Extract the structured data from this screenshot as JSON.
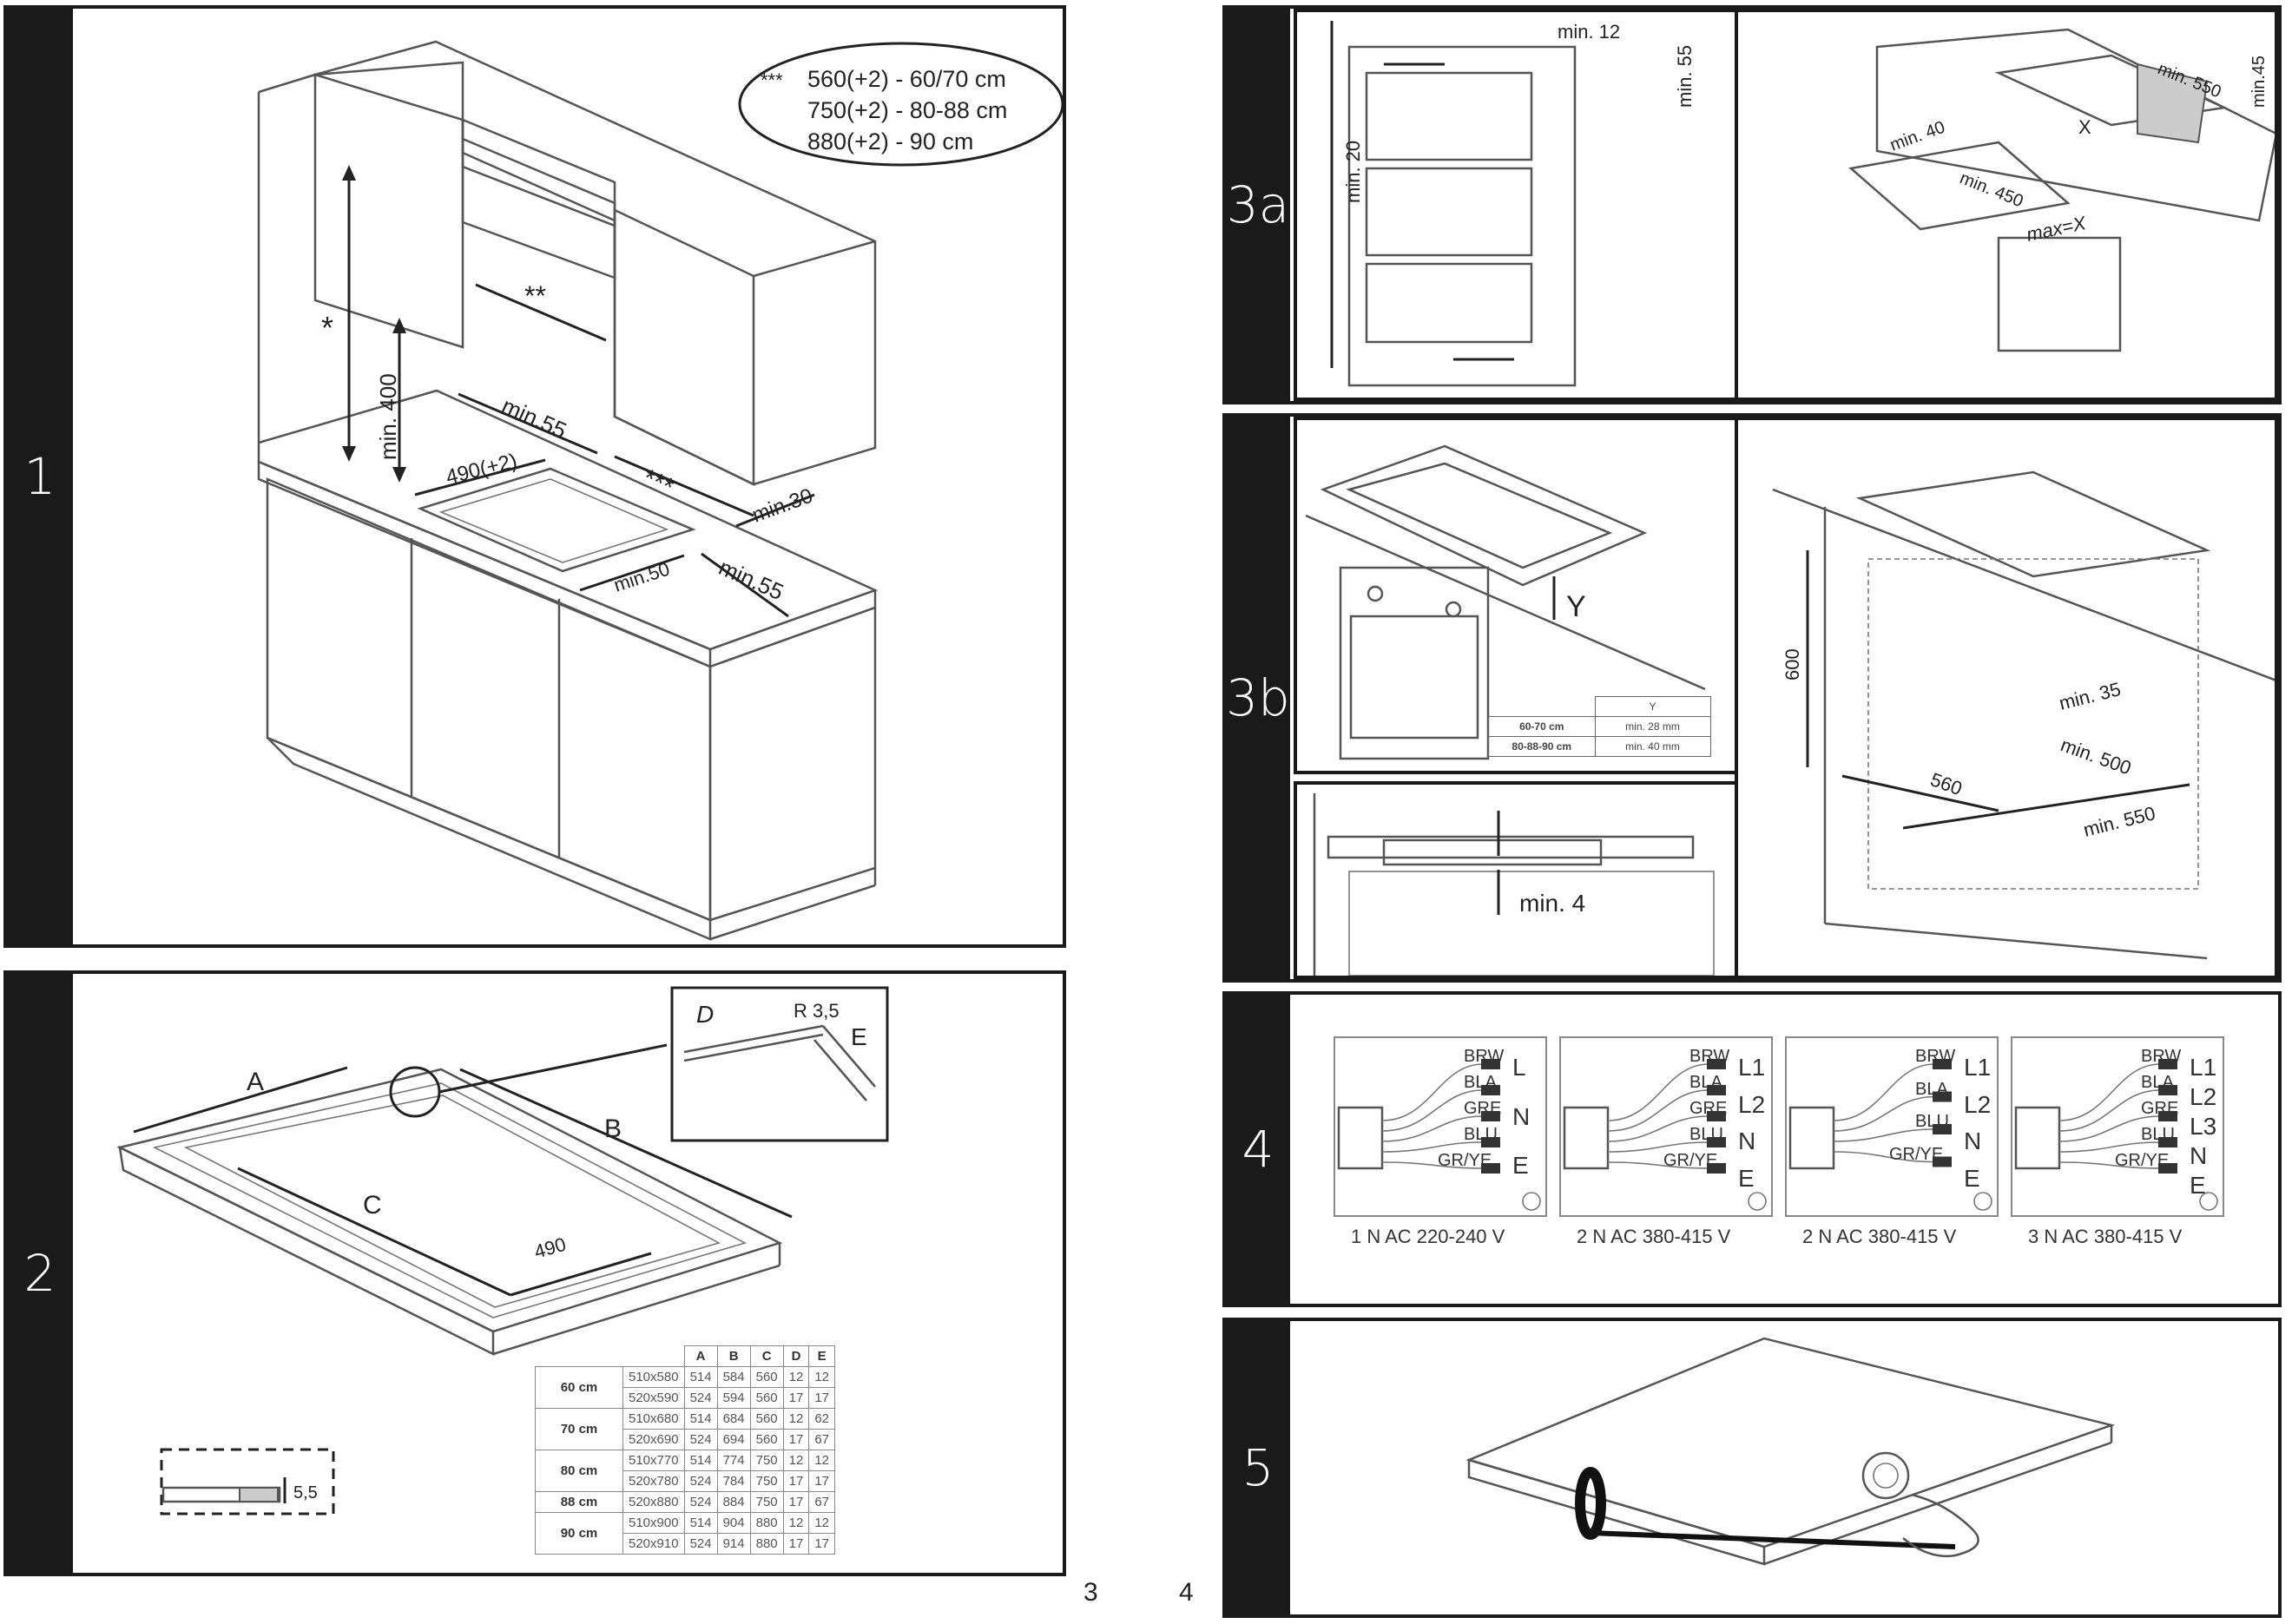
{
  "page_numbers": {
    "left": "3",
    "right": "4"
  },
  "panel1": {
    "number": "1",
    "oval": {
      "line1_prefix": "***",
      "line1": "560(+2) - 60/70 cm",
      "line2": "750(+2) - 80-88 cm",
      "line3": "880(+2) - 90 cm"
    },
    "dims": {
      "star": "*",
      "double_star": "**",
      "triple_star": "***",
      "min400": "min. 400",
      "min55_back": "min.55",
      "cut": "490(+2)",
      "min30": "min.30",
      "min50": "min.50",
      "min55_side": "min.55"
    }
  },
  "panel2": {
    "number": "2",
    "labels": {
      "a": "A",
      "b": "B",
      "c": "C",
      "d": "D",
      "e": "E",
      "r": "R 3,5",
      "d490": "490",
      "gap": "5,5"
    },
    "table": {
      "headers": [
        "",
        "",
        "A",
        "B",
        "C",
        "D",
        "E"
      ],
      "groups": [
        {
          "name": "60 cm",
          "rows": [
            [
              "510x580",
              "514",
              "584",
              "560",
              "12",
              "12"
            ],
            [
              "520x590",
              "524",
              "594",
              "560",
              "17",
              "17"
            ]
          ]
        },
        {
          "name": "70 cm",
          "rows": [
            [
              "510x680",
              "514",
              "684",
              "560",
              "12",
              "62"
            ],
            [
              "520x690",
              "524",
              "694",
              "560",
              "17",
              "67"
            ]
          ]
        },
        {
          "name": "80 cm",
          "rows": [
            [
              "510x770",
              "514",
              "774",
              "750",
              "12",
              "12"
            ],
            [
              "520x780",
              "524",
              "784",
              "750",
              "17",
              "17"
            ]
          ]
        },
        {
          "name": "88 cm",
          "rows": [
            [
              "520x880",
              "524",
              "884",
              "750",
              "17",
              "67"
            ]
          ]
        },
        {
          "name": "90 cm",
          "rows": [
            [
              "510x900",
              "514",
              "904",
              "880",
              "12",
              "12"
            ],
            [
              "520x910",
              "524",
              "914",
              "880",
              "17",
              "17"
            ]
          ]
        }
      ]
    }
  },
  "panel3a": {
    "number": "3a",
    "left": {
      "min12": "min. 12",
      "min55": "min. 55",
      "min20": "min. 20"
    },
    "right": {
      "min550": "min. 550",
      "min45": "min.45",
      "min40": "min. 40",
      "min450": "min. 450",
      "x": "X",
      "maxx": "max=X"
    }
  },
  "panel3b": {
    "number": "3b",
    "y_label": "Y",
    "y_table": {
      "header": "Y",
      "rows": [
        [
          "60-70 cm",
          "min. 28 mm"
        ],
        [
          "80-88-90 cm",
          "min. 40 mm"
        ]
      ]
    },
    "min4": "min. 4",
    "right": {
      "h600": "600",
      "min35": "min. 35",
      "w560": "560",
      "min500": "min. 500",
      "min550": "min. 550"
    }
  },
  "panel4": {
    "number": "4",
    "diagrams": [
      {
        "caption": "1 N AC 220-240 V",
        "wires": [
          "BRW",
          "BLA",
          "GRE",
          "BLU",
          "GR/YE"
        ],
        "terminals": [
          "L",
          "N",
          "E"
        ]
      },
      {
        "caption": "2 N AC 380-415 V",
        "wires": [
          "BRW",
          "BLA",
          "GRE",
          "BLU",
          "GR/YE"
        ],
        "terminals": [
          "L1",
          "L2",
          "N",
          "E"
        ]
      },
      {
        "caption": "2 N AC 380-415 V",
        "wires": [
          "BRW",
          "BLA",
          "BLU",
          "GR/YE"
        ],
        "terminals": [
          "L1",
          "L2",
          "N",
          "E"
        ]
      },
      {
        "caption": "3 N AC 380-415 V",
        "wires": [
          "BRW",
          "BLA",
          "GRE",
          "BLU",
          "GR/YE"
        ],
        "terminals": [
          "L1",
          "L2",
          "L3",
          "N",
          "E"
        ]
      }
    ]
  },
  "panel5": {
    "number": "5"
  },
  "colors": {
    "frame": "#1a1a1a",
    "line": "#555555",
    "fill_grey": "#cccccc"
  }
}
